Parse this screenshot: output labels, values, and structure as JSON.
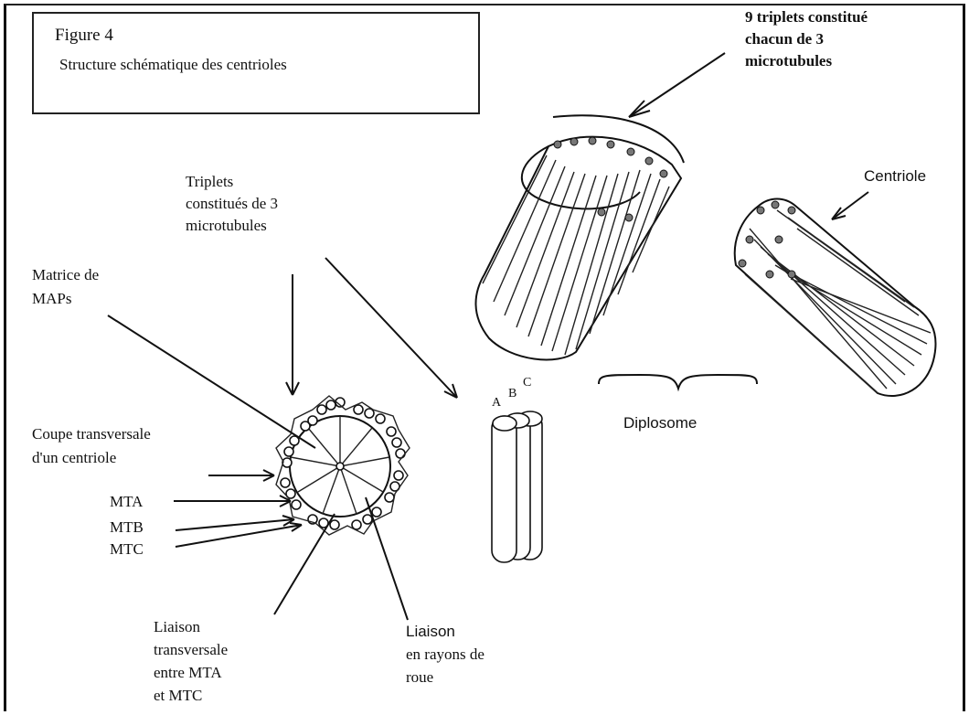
{
  "figure": {
    "title": "Figure 4",
    "subtitle": "Structure schématique des centrioles"
  },
  "labels": {
    "triplets_top": [
      "9 triplets constitué",
      "chacun de 3",
      "microtubules"
    ],
    "centriole": "Centriole",
    "triplets_mid": [
      "Triplets",
      "constitués de 3",
      "microtubules"
    ],
    "matrice": [
      "Matrice de",
      "MAPs"
    ],
    "coupe": [
      "Coupe transversale",
      "d'un centriole"
    ],
    "mta": "MTA",
    "mtb": "MTB",
    "mtc": "MTC",
    "diplosome": "Diplosome",
    "abc": [
      "A",
      "B",
      "C"
    ],
    "liaison_transversale": [
      "Liaison",
      "transversale",
      "entre MTA",
      "et MTC"
    ],
    "liaison_rayons": [
      "Liaison",
      "en rayons de",
      "roue"
    ]
  }
}
